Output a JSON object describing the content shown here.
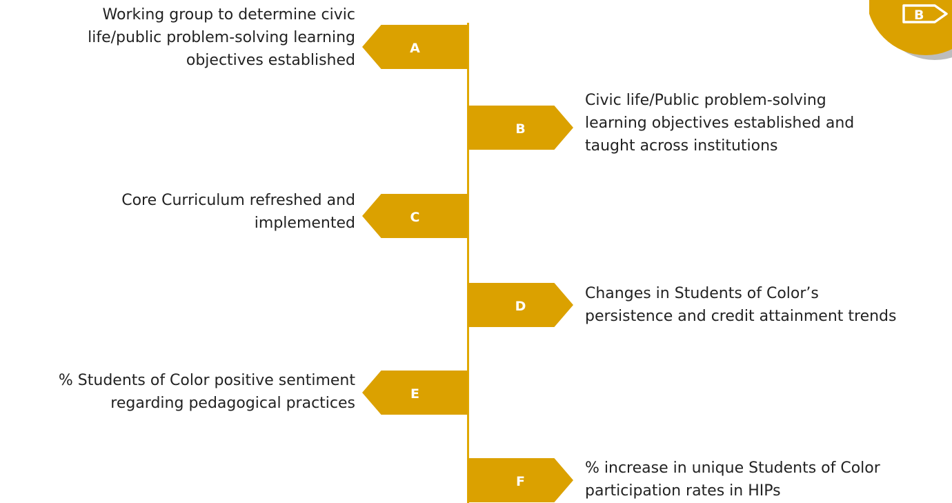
{
  "badge": {
    "letter": "B",
    "gold": "#DBA100",
    "grey": "#BDBDBD"
  },
  "accent_color": "#DBA100",
  "items": [
    {
      "letter": "A",
      "side": "left",
      "lines": [
        "Working group to determine civic",
        "life/public problem-solving learning",
        "objectives established"
      ]
    },
    {
      "letter": "B",
      "side": "right",
      "lines": [
        "Civic life/Public problem-solving",
        "learning objectives established and",
        "taught across institutions"
      ]
    },
    {
      "letter": "C",
      "side": "left",
      "lines": [
        "Core Curriculum refreshed and",
        "implemented"
      ]
    },
    {
      "letter": "D",
      "side": "right",
      "lines": [
        "Changes in Students of Color’s",
        "persistence and credit attainment trends"
      ]
    },
    {
      "letter": "E",
      "side": "left",
      "lines": [
        "% Students of Color positive sentiment",
        "regarding pedagogical practices"
      ]
    },
    {
      "letter": "F",
      "side": "right",
      "lines": [
        "% increase in unique Students of Color",
        "participation rates in HIPs"
      ]
    }
  ]
}
